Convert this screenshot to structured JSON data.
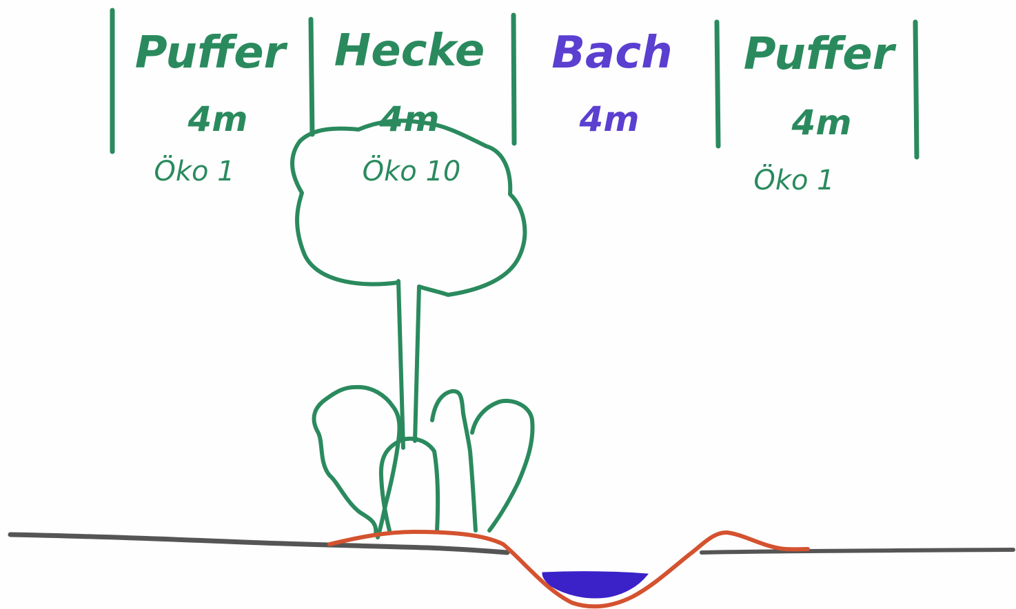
{
  "colors": {
    "green": "#2a8a5e",
    "purple": "#5b3fd0",
    "water": "#3a22c8",
    "soil": "#d4522f",
    "ground": "#555555"
  },
  "zones": [
    {
      "label": "Puffer",
      "width": "4m",
      "eco": "Öko 1"
    },
    {
      "label": "Hecke",
      "width": "4m",
      "eco": "Öko 10"
    },
    {
      "label": "Bach",
      "width": "4m",
      "eco": ""
    },
    {
      "label": "Puffer",
      "width": "4m",
      "eco": "Öko 1"
    }
  ]
}
